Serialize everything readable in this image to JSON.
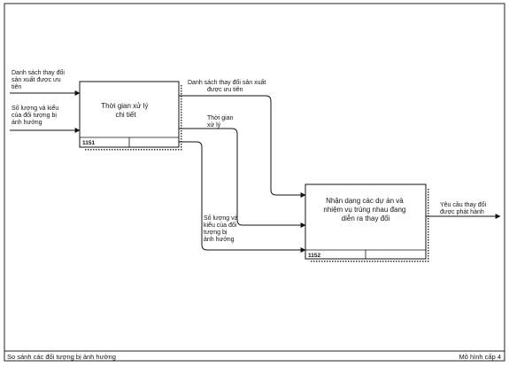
{
  "inputs": {
    "in1": [
      "Danh sách thay đổi",
      "sản xuất được ưu",
      "tiên"
    ],
    "in2": [
      "Số lượng và kiểu",
      "của đối tượng bị",
      "ảnh hưởng"
    ]
  },
  "box1": {
    "label": [
      "Thời gian xử lý",
      "chi tiết"
    ],
    "id": "1151"
  },
  "box2": {
    "label": [
      "Nhận dạng các dự án và",
      "nhiệm vụ trùng nhau đang",
      "diễn ra thay đổi"
    ],
    "id": "1152"
  },
  "arrows": {
    "a1": [
      "Danh sách thay đổi sản xuất",
      "được ưu tiên"
    ],
    "a2": [
      "Thời gian",
      "xử lý"
    ],
    "a3": [
      "Số lượng và",
      "kiểu của đối",
      "tượng bị",
      "ảnh hưởng"
    ]
  },
  "output": [
    "Yêu cầu thay đổi",
    "được phát hành"
  ],
  "footer": {
    "title": "So sánh các đối tượng bị ảnh hưởng",
    "level": "Mô hình cấp 4"
  }
}
